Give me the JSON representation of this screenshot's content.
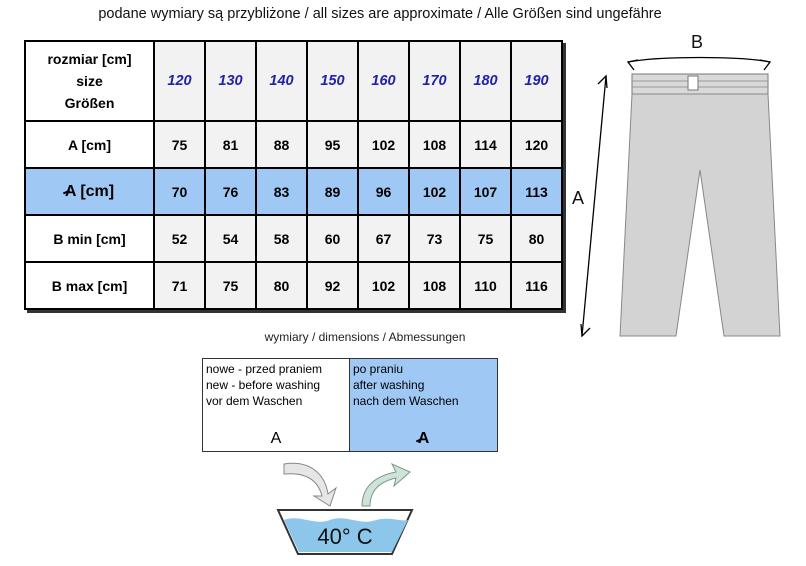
{
  "note": "podane wymiary są przybliżone / all sizes are approximate / Alle Größen sind ungefähre",
  "table": {
    "header_lines": [
      "rozmiar   [cm]",
      "size",
      "Größen"
    ],
    "sizes": [
      "120",
      "130",
      "140",
      "150",
      "160",
      "170",
      "180",
      "190"
    ],
    "rows": [
      {
        "label": "A  [cm]",
        "values": [
          "75",
          "81",
          "88",
          "95",
          "102",
          "108",
          "114",
          "120"
        ]
      },
      {
        "label": "A  [cm]",
        "values": [
          "70",
          "76",
          "83",
          "89",
          "96",
          "102",
          "107",
          "113"
        ]
      },
      {
        "label": "B min [cm]",
        "values": [
          "52",
          "54",
          "58",
          "60",
          "67",
          "73",
          "75",
          "80"
        ]
      },
      {
        "label": "B max [cm]",
        "values": [
          "71",
          "75",
          "80",
          "92",
          "102",
          "108",
          "110",
          "116"
        ]
      }
    ],
    "highlight_color": "#9fc9f4"
  },
  "dims_caption": "wymiary / dimensions / Abmessungen",
  "legend": {
    "before": {
      "lines": [
        "nowe - przed praniem",
        "new - before washing",
        "vor dem Waschen"
      ],
      "mark": "A"
    },
    "after": {
      "lines": [
        "po praniu",
        "after washing",
        "nach dem Waschen"
      ],
      "mark": "A"
    }
  },
  "wash_temp": "40° C",
  "diagram": {
    "label_a": "A",
    "label_b": "B"
  }
}
